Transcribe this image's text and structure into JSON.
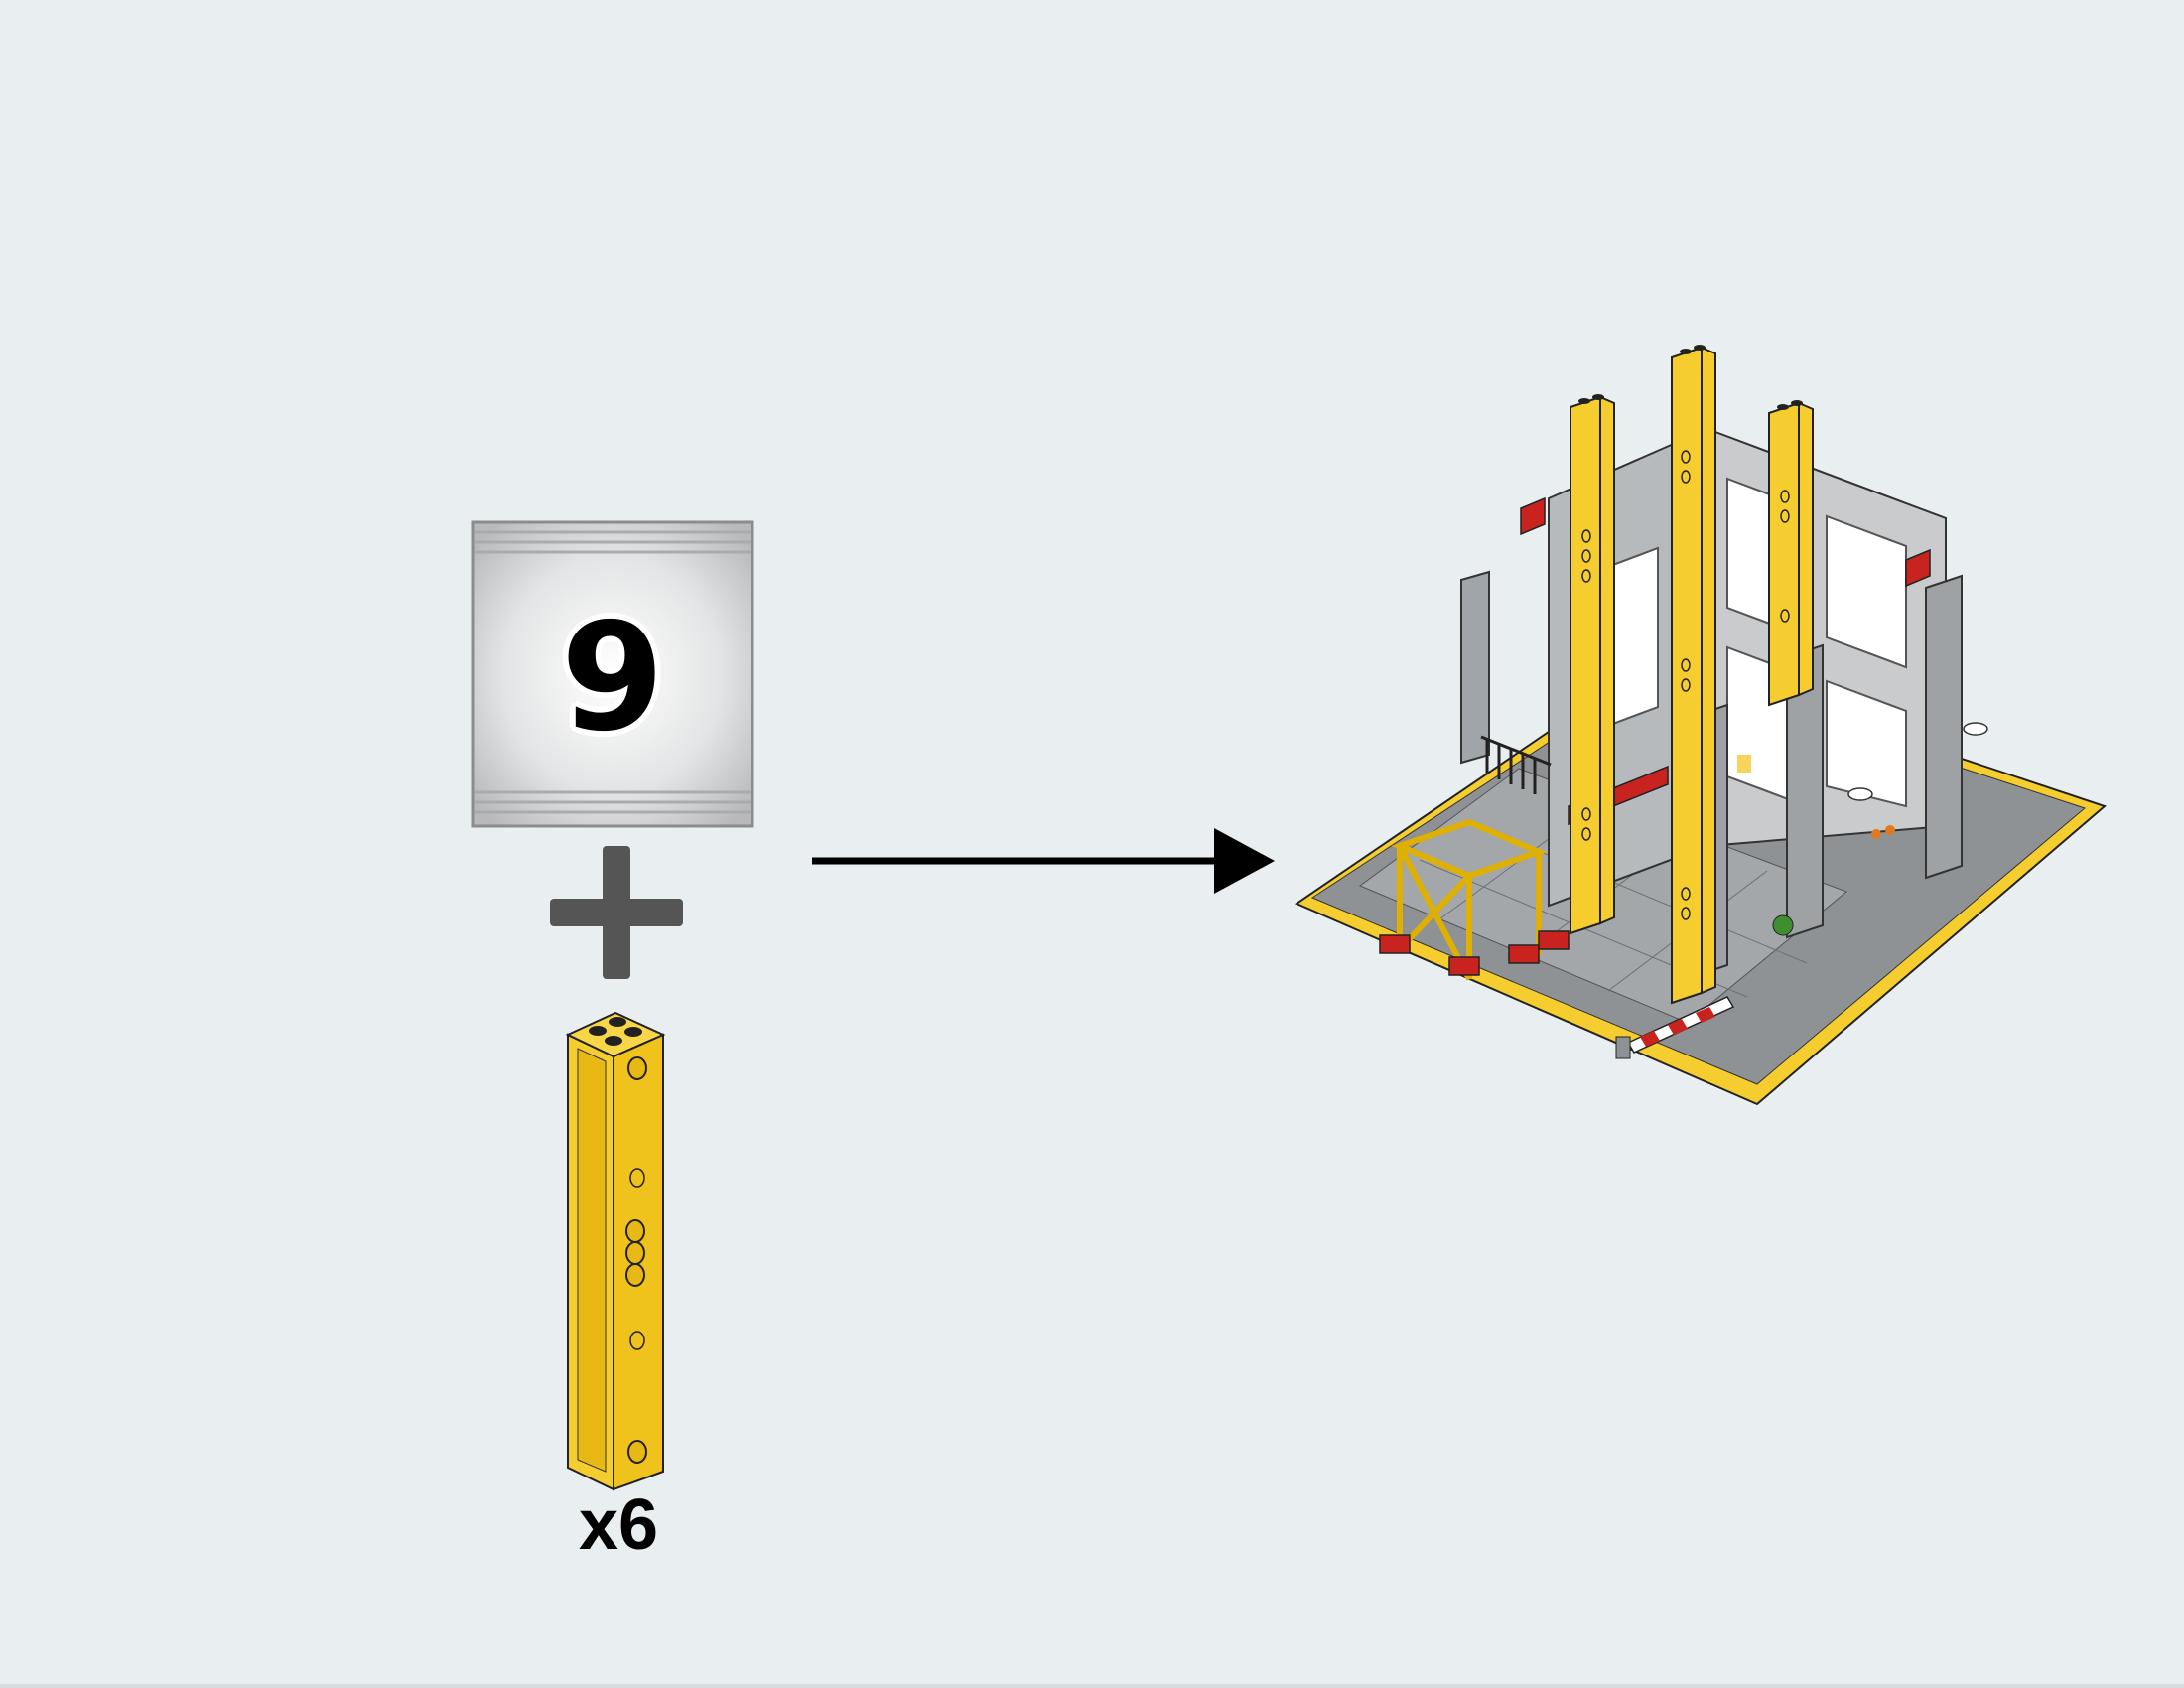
{
  "step": {
    "bag_number": "9",
    "part_quantity": "x6"
  },
  "icons": {
    "bag": "numbered-parts-bag-icon",
    "plus": "plus-icon",
    "arrow": "right-arrow-icon",
    "part": "yellow-column-brick-icon",
    "model": "construction-site-model-illustration"
  },
  "colors": {
    "background": "#e9eef1",
    "brick_yellow": "#f5cd2f",
    "brick_red": "#c8231f",
    "brick_gray": "#a0a5a9",
    "plus_gray": "#555555"
  }
}
